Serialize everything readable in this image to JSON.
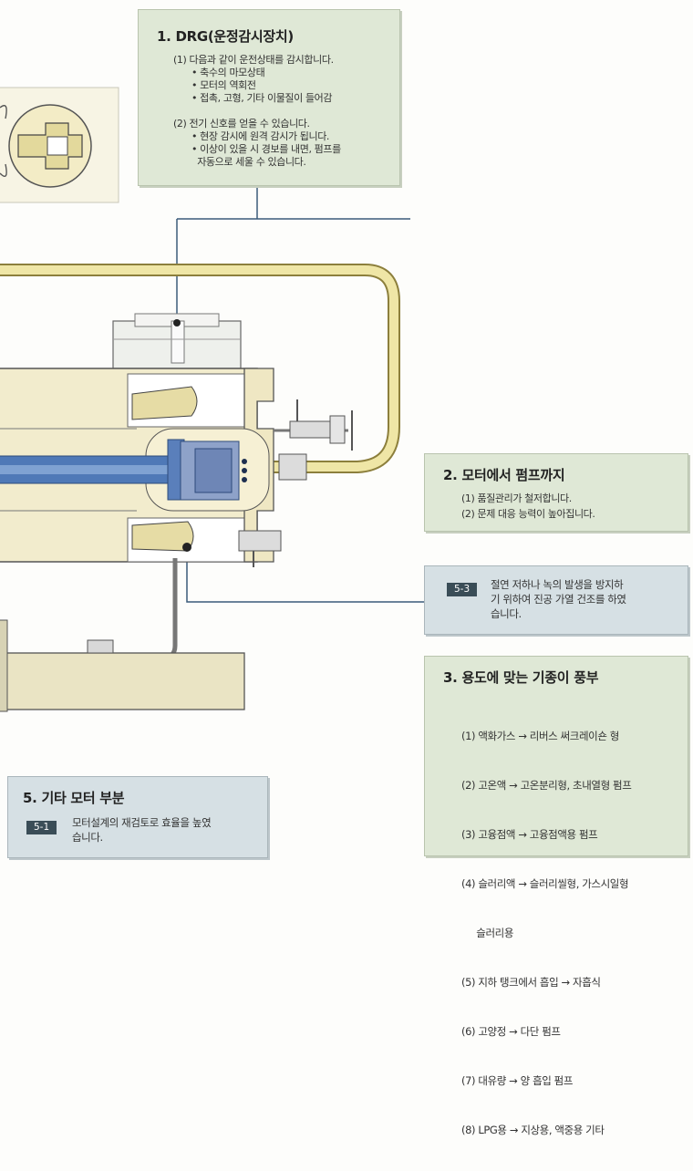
{
  "drg": {
    "title": "1. DRG(운정감시장치)",
    "section1_heading": "(1) 다음과 같이 운전상태를 감시합니다.",
    "section1_items": [
      "• 축수의 마모상태",
      "• 모터의 역회전",
      "• 접촉, 고형, 기타 이물질이 들어감"
    ],
    "section2_heading": "(2) 전기 신호를 얻을 수 있습니다.",
    "section2_items": [
      "• 현장 감시에 원격 감시가 됩니다.",
      "• 이상이 있을 시 경보를 내면, 펌프를",
      "  자동으로 세울 수 있습니다."
    ]
  },
  "motor_to_pump": {
    "title": "2. 모터에서 펌프까지",
    "items": [
      "(1) 품질관리가 철저합니다.",
      "(2) 문제 대응 능력이 높아집니다."
    ]
  },
  "note_5_3": {
    "badge": "5-3",
    "lines": [
      "절연 저하나 녹의 발생을 방지하",
      "기 위하여 진공 가열 건조를 하였",
      "습니다."
    ]
  },
  "models": {
    "title": "3. 용도에 맞는 기종이 풍부",
    "items": [
      "(1) 액화가스 → 리버스 써크레이숀 형",
      "(2) 고온액 → 고온분리형, 초내열형 펌프",
      "(3) 고융점액 → 고융점액용 펌프",
      "(4) 슬러리액 → 슬러리씰형, 가스시일형",
      "     슬러리용",
      "(5) 지하 탱크에서 흡입 → 자흡식",
      "(6) 고양정 → 다단 펌프",
      "(7) 대유량 → 양 흡입 펌프",
      "(8) LPG용 → 지상용, 액중용 기타"
    ]
  },
  "other_motor": {
    "title": "5. 기타 모터 부분",
    "badge": "5-1",
    "lines": [
      "모터설계의 재검토로 효율을 높였",
      "습니다."
    ]
  },
  "colors": {
    "box_green": "#dfe8d6",
    "box_blue": "#d6e0e4",
    "badge": "#3a4d57",
    "pipe_yellow": "#efe6a6",
    "shaft_blue": "#4f79b7",
    "housing_beige": "#f2eccd"
  }
}
